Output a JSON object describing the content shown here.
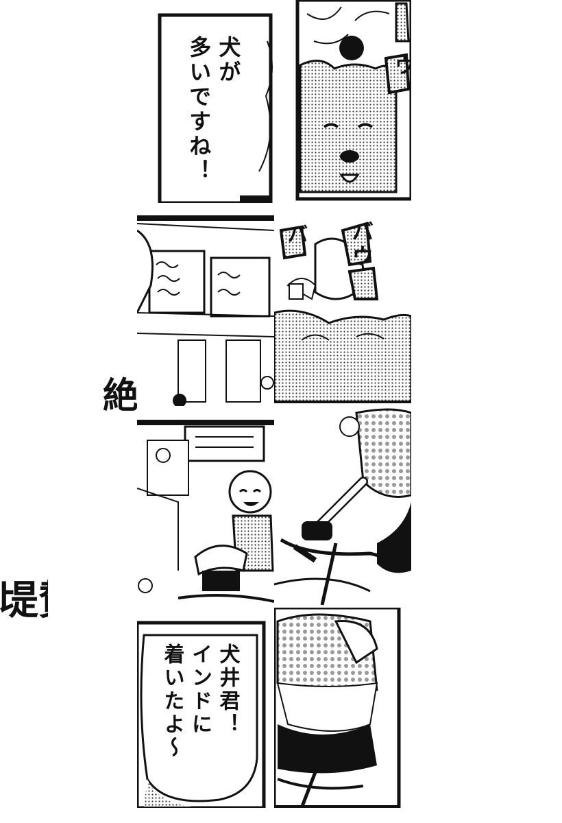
{
  "side_text": {
    "zetsu": "絶",
    "san": "賛"
  },
  "speech": {
    "inu_ga_ooi": "犬が\n多いですね！",
    "inui_kun": "犬井君！\nインドに\n着いたよ〜"
  },
  "sfx": {
    "u": "ウ",
    "bau": "バウ",
    "ba": "バ"
  },
  "colors": {
    "ink": "#111111",
    "paper": "#ffffff",
    "screen": "#9a9a9a"
  }
}
